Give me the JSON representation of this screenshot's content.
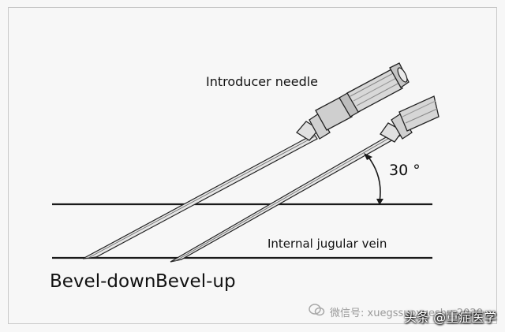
{
  "labels": {
    "introducer_needle": "Introducer needle",
    "angle": "30 °",
    "vein": "Internal jugular vein",
    "bevel_down": "Bevel-down",
    "bevel_up": "Bevel-up"
  },
  "watermark": {
    "account": "微信号: xuegssuoxueshu-2020",
    "brand": "头条 @重症医学"
  },
  "colors": {
    "background": "#f7f7f7",
    "border": "#c8c8c8",
    "line": "#1a1a1a"
  }
}
